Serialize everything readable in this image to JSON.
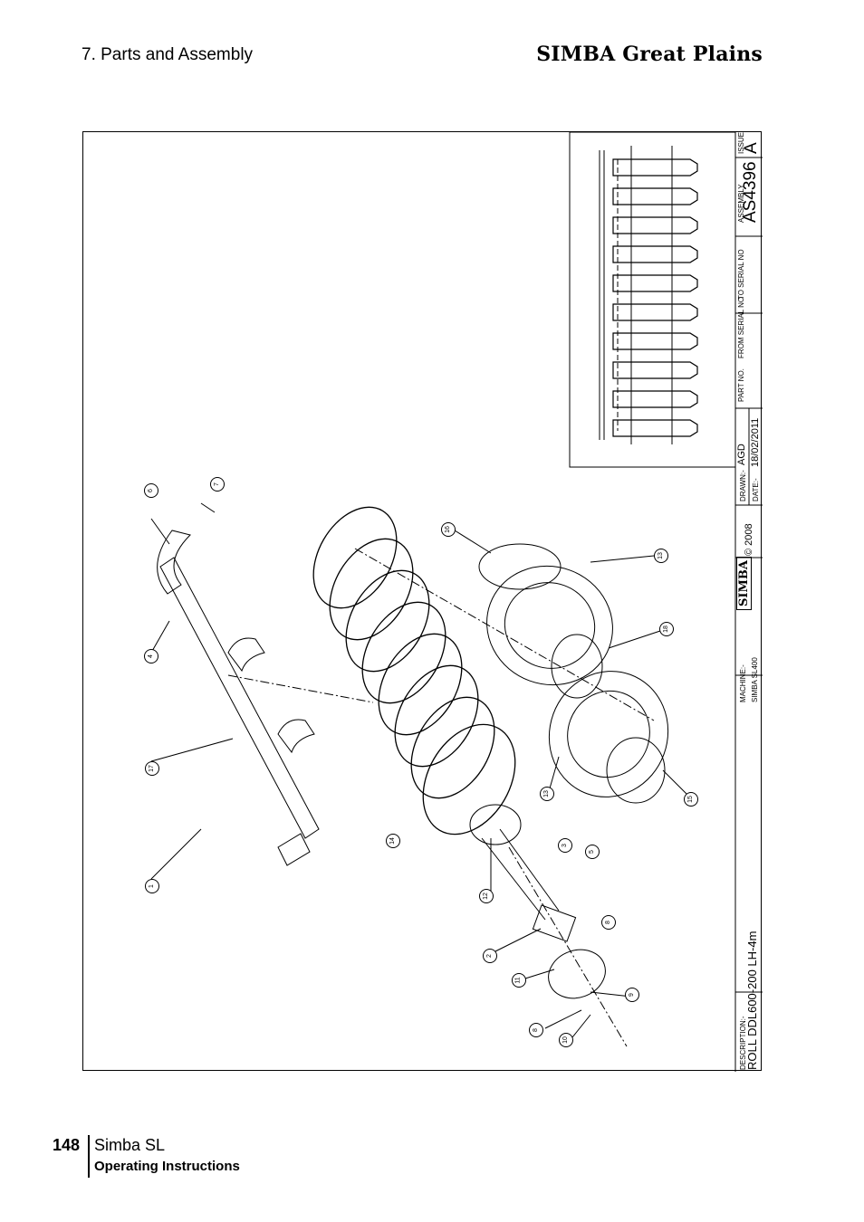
{
  "header": {
    "section_title": "7. Parts and Assembly",
    "brand": "SIMBA Great Plains"
  },
  "title_block": {
    "description_label": "DESCRIPTION:-",
    "description": "ROLL DDL600-200 LH-4m",
    "machine_label": "MACHINE:-",
    "machine": "SIMBA SL400",
    "logo": "SIMBA",
    "copyright": "© 2008",
    "drawn_label": "DRAWN:-",
    "drawn": "AGD",
    "date_label": "DATE:-",
    "date": "18/02/2011",
    "part_no_label": "PART NO.",
    "from_serial_label": "FROM SERIAL NO",
    "to_serial_label": "TO SERIAL NO",
    "assembly_label": "ASSEMBLY",
    "assembly": "AS4396",
    "issue_label": "ISSUE",
    "issue": "A"
  },
  "callouts": [
    "7",
    "6",
    "4",
    "16",
    "13",
    "18",
    "17",
    "15",
    "13",
    "14",
    "3",
    "5",
    "1",
    "12",
    "8",
    "2",
    "11",
    "9",
    "8",
    "10"
  ],
  "footer": {
    "page_number": "148",
    "product": "Simba SL",
    "subtitle": "Operating Instructions"
  }
}
